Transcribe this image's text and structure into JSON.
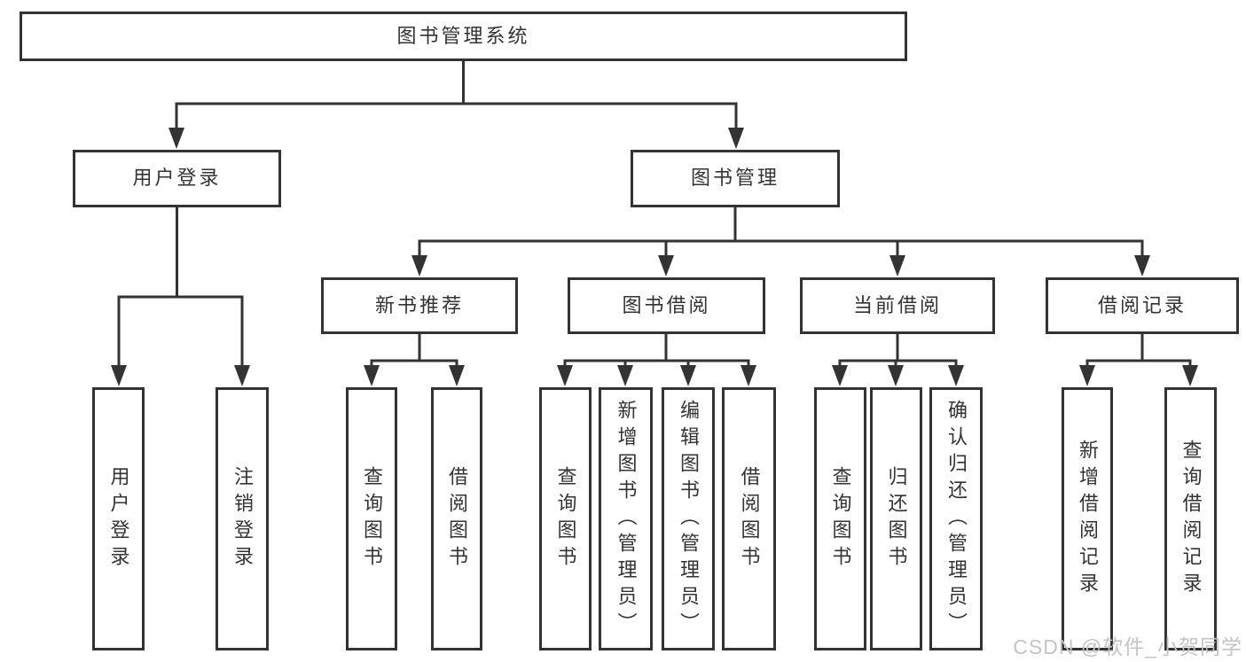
{
  "diagram": {
    "root": {
      "label": "图书管理系统"
    },
    "level2": [
      {
        "label": "用户登录"
      },
      {
        "label": "图书管理"
      }
    ],
    "level3": [
      {
        "label": "新书推荐"
      },
      {
        "label": "图书借阅"
      },
      {
        "label": "当前借阅"
      },
      {
        "label": "借阅记录"
      }
    ],
    "leaves": [
      {
        "label": "用户登录",
        "parent": "用户登录"
      },
      {
        "label": "注销登录",
        "parent": "用户登录"
      },
      {
        "label": "查询图书",
        "parent": "新书推荐"
      },
      {
        "label": "借阅图书",
        "parent": "新书推荐"
      },
      {
        "label": "查询图书",
        "parent": "图书借阅"
      },
      {
        "label": "新增图书（管理员）",
        "parent": "图书借阅"
      },
      {
        "label": "编辑图书（管理员）",
        "parent": "图书借阅"
      },
      {
        "label": "借阅图书",
        "parent": "图书借阅"
      },
      {
        "label": "查询图书",
        "parent": "当前借阅"
      },
      {
        "label": "归还图书",
        "parent": "当前借阅"
      },
      {
        "label": "确认归还（管理员）",
        "parent": "当前借阅"
      },
      {
        "label": "新增借阅记录",
        "parent": "借阅记录"
      },
      {
        "label": "查询借阅记录",
        "parent": "借阅记录"
      }
    ]
  },
  "watermark": {
    "text": "CSDN @软件_小贺同学"
  },
  "colors": {
    "line": "#333333",
    "text": "#333333",
    "watermark": "#c4c4c4",
    "bg": "#ffffff"
  }
}
